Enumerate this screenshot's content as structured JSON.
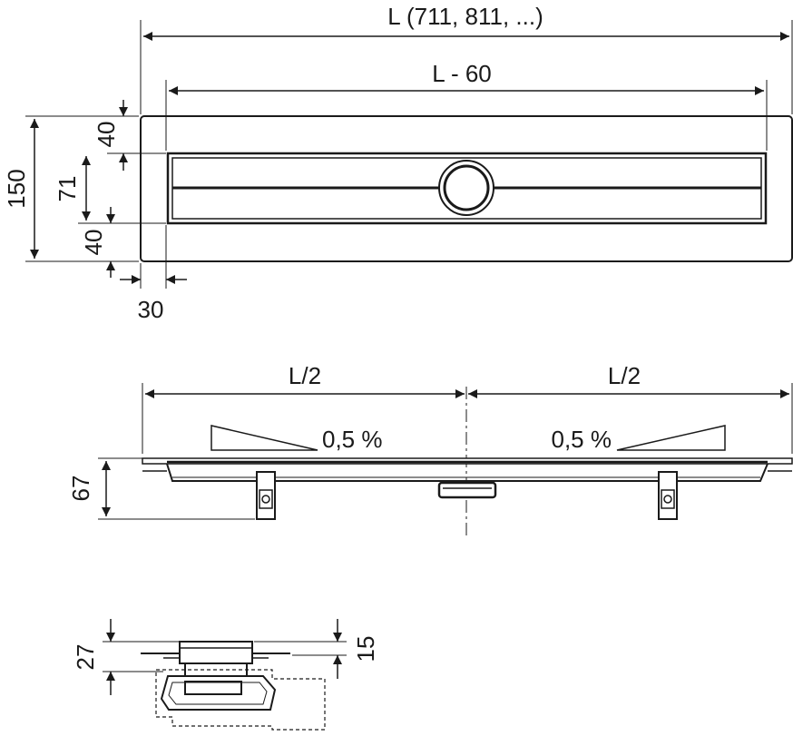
{
  "top_view": {
    "overall_length": "L (711, 811, ...)",
    "channel_length": "L - 60",
    "width_total": "150",
    "margin_top": "40",
    "channel_width": "71",
    "margin_bottom": "40",
    "margin_side": "30"
  },
  "side_view": {
    "left_half": "L/2",
    "right_half": "L/2",
    "left_slope": "0,5 %",
    "right_slope": "0,5 %",
    "height": "67"
  },
  "section_view": {
    "total_height": "27",
    "flange_height": "15"
  }
}
